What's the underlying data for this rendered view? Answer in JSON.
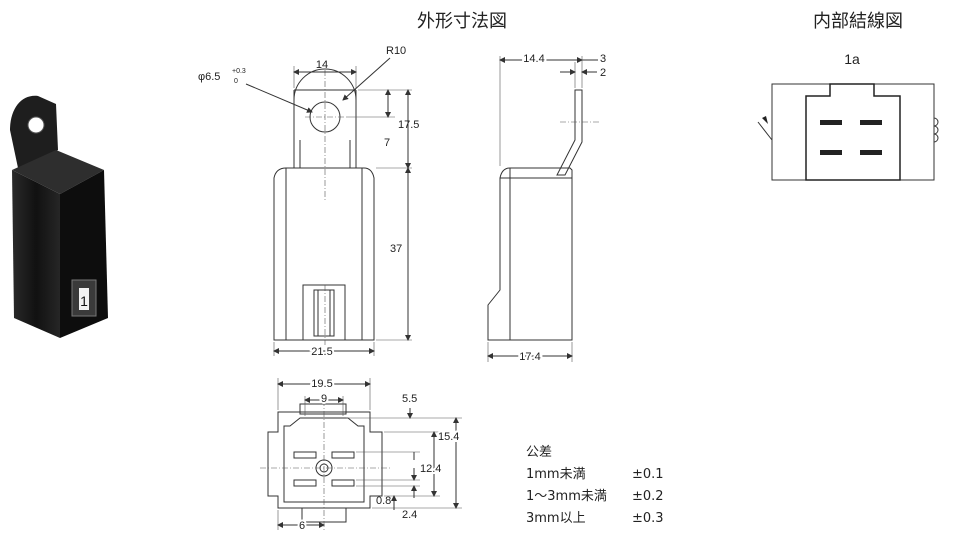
{
  "titles": {
    "outline": "外形寸法図",
    "wiring": "内部結線図",
    "contact_form": "1a"
  },
  "front_view": {
    "top_width": "14",
    "hole_diameter": "φ6.5",
    "hole_tol_plus": "+0.3",
    "hole_tol_minus": "0",
    "radius": "R10",
    "tab_height": "17.5",
    "hole_center": "7",
    "body_height": "37",
    "body_width": "21.5"
  },
  "side_view": {
    "depth_top": "14.4",
    "tab_offset": "3",
    "tab_thickness": "2",
    "body_depth": "17.4"
  },
  "bottom_view": {
    "outer_width": "19.5",
    "pin_pitch": "9",
    "d_5_5": "5.5",
    "d_15_4": "15.4",
    "d_12_4": "12.4",
    "d_0_8": "0.8",
    "d_2_4": "2.4",
    "d_6": "6"
  },
  "tolerance": {
    "heading": "公差",
    "rows": [
      {
        "range": "1mm未満",
        "value": "±0.1"
      },
      {
        "range": "1～3mm未満",
        "value": "±0.2"
      },
      {
        "range": "3mm以上",
        "value": "±0.3"
      }
    ]
  },
  "photo_label": "1",
  "colors": {
    "relay_body": "#1c1c1c",
    "line": "#333333"
  }
}
